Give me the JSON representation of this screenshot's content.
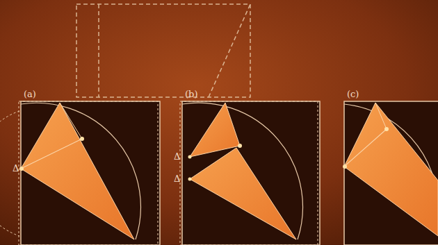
{
  "diagram": {
    "labels": [
      "(a)",
      "(b)",
      "(c)",
      "Δ",
      "Δ",
      "Δ"
    ]
  }
}
